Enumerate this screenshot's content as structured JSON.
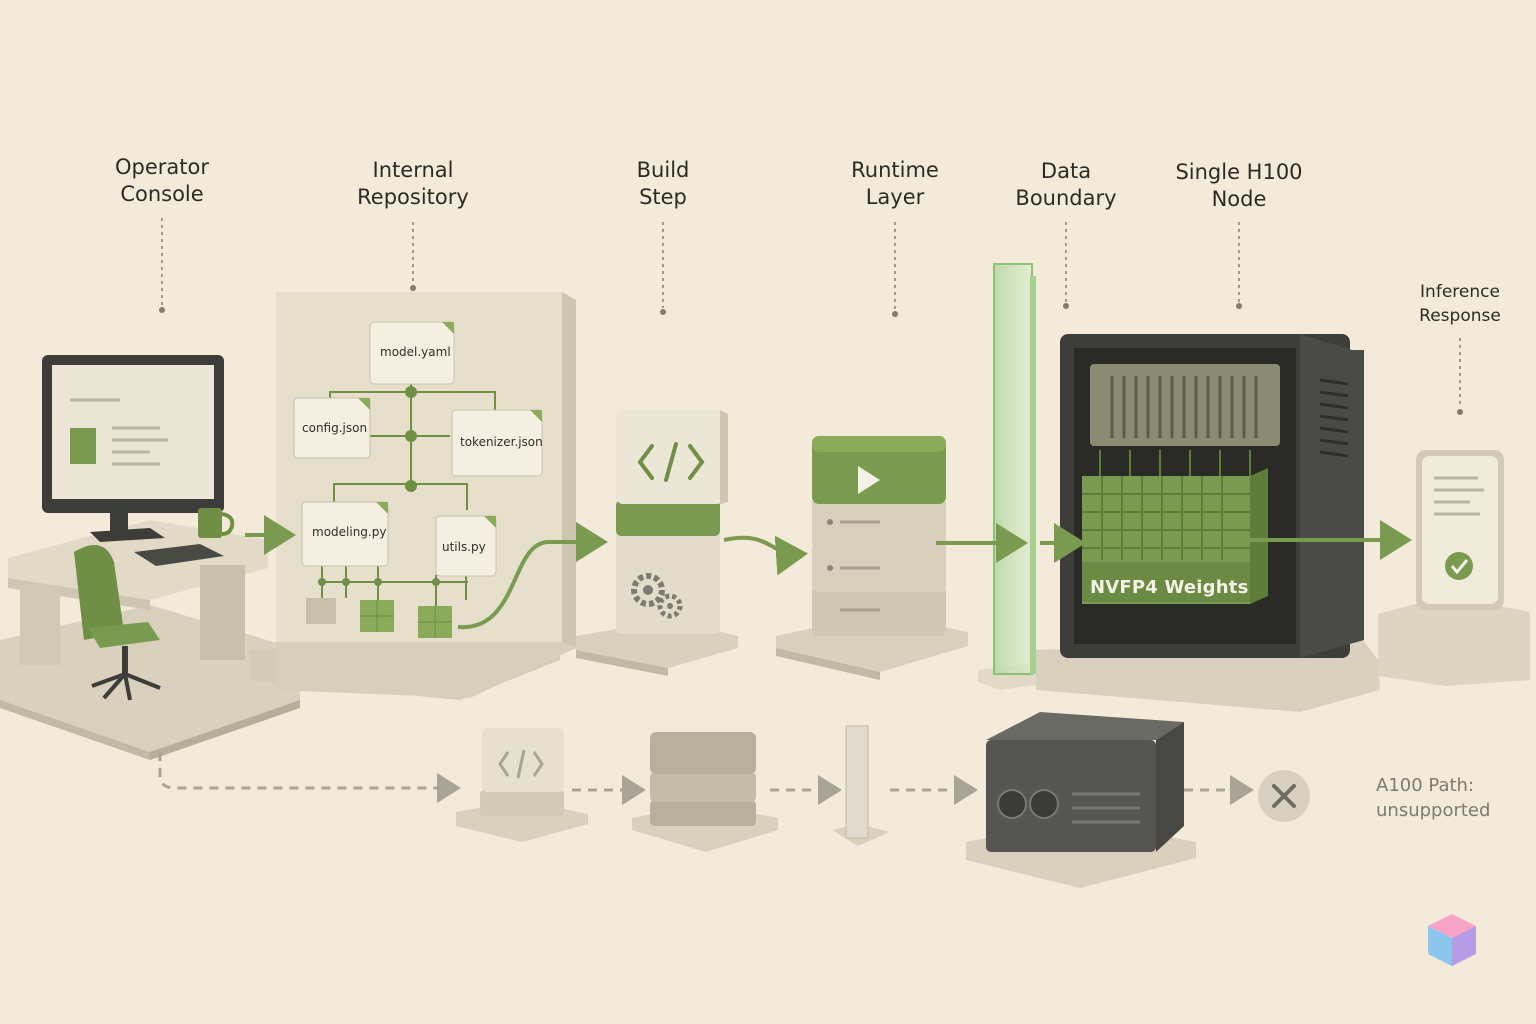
{
  "stages": [
    {
      "id": "operator-console",
      "line1": "Operator",
      "line2": "Console"
    },
    {
      "id": "internal-repository",
      "line1": "Internal",
      "line2": "Repository"
    },
    {
      "id": "build-step",
      "line1": "Build",
      "line2": "Step"
    },
    {
      "id": "runtime-layer",
      "line1": "Runtime",
      "line2": "Layer"
    },
    {
      "id": "data-boundary",
      "line1": "Data",
      "line2": "Boundary"
    },
    {
      "id": "single-h100-node",
      "line1": "Single H100",
      "line2": "Node"
    },
    {
      "id": "inference-response",
      "line1": "Inference",
      "line2": "Response"
    }
  ],
  "repository_files": {
    "model_yaml": "model.yaml",
    "config_json": "config.json",
    "tokenizer_json": "tokenizer.json",
    "modeling_py": "modeling.py",
    "utils_py": "utils.py"
  },
  "node": {
    "weights_label": "NVFP4 Weights"
  },
  "alt_path": {
    "line1": "A100 Path:",
    "line2": "unsupported"
  },
  "icons": {
    "build": "code-icon",
    "build_gears": "gears-icon",
    "runtime": "play-icon",
    "response": "checkmark-icon",
    "alt_end": "x-icon"
  },
  "colors": {
    "background": "#f3ead9",
    "accent_green": "#7a9a4f",
    "dark_green": "#5f7d3a",
    "stone": "#d8d0bd",
    "server_dark": "#3d3d3a",
    "alt_grey": "#a8a597"
  }
}
